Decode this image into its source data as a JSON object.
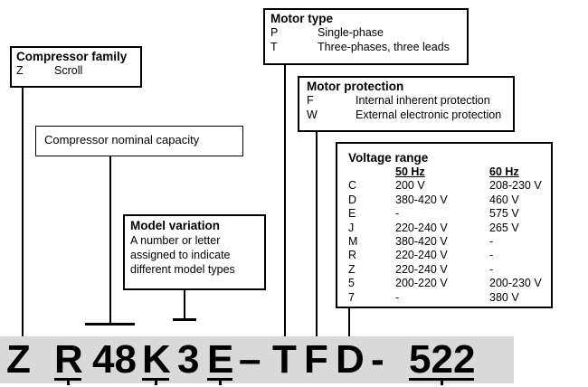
{
  "compressor_family": {
    "title": "Compressor family",
    "rows": [
      {
        "code": "Z",
        "desc": "Scroll"
      }
    ]
  },
  "nominal_capacity": {
    "title": "Compressor nominal capacity"
  },
  "model_variation": {
    "title": "Model variation",
    "lines": [
      "A number or letter",
      "assigned to indicate",
      "different model types"
    ]
  },
  "motor_type": {
    "title": "Motor type",
    "rows": [
      {
        "code": "P",
        "desc": "Single-phase"
      },
      {
        "code": "T",
        "desc": "Three-phases, three leads"
      }
    ]
  },
  "motor_protection": {
    "title": "Motor protection",
    "rows": [
      {
        "code": "F",
        "desc": "Internal inherent protection"
      },
      {
        "code": "W",
        "desc": "External electronic protection"
      }
    ]
  },
  "voltage_range": {
    "title": "Voltage range",
    "col_50": "50 Hz",
    "col_60": "60 Hz",
    "rows": [
      {
        "code": "C",
        "v50": "200 V",
        "v60": "208-230 V"
      },
      {
        "code": "D",
        "v50": "380-420 V",
        "v60": "460 V"
      },
      {
        "code": "E",
        "v50": "-",
        "v60": "575 V"
      },
      {
        "code": "J",
        "v50": "220-240 V",
        "v60": "265 V"
      },
      {
        "code": "M",
        "v50": "380-420 V",
        "v60": "-"
      },
      {
        "code": "R",
        "v50": "220-240 V",
        "v60": "-"
      },
      {
        "code": "Z",
        "v50": "220-240 V",
        "v60": "-"
      },
      {
        "code": "5",
        "v50": "200-220 V",
        "v60": "200-230 V"
      },
      {
        "code": "7",
        "v50": "-",
        "v60": "380 V"
      }
    ]
  },
  "model_code": {
    "chars": [
      "Z",
      "R",
      "48",
      "K",
      "3",
      "E",
      "–",
      "T",
      "F",
      "D",
      "-",
      "522"
    ]
  }
}
